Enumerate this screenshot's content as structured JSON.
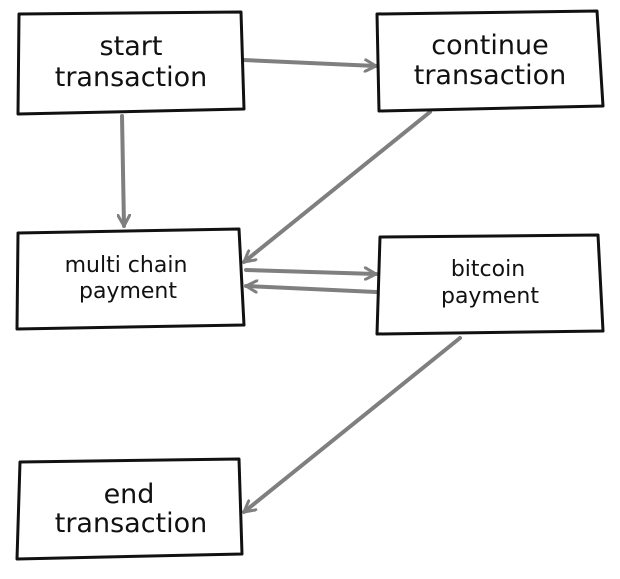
{
  "nodes": {
    "start": {
      "line1": "start",
      "line2": "transaction"
    },
    "continue": {
      "line1": "continue",
      "line2": "transaction"
    },
    "multichain": {
      "line1": "multi chain",
      "line2": "payment"
    },
    "bitcoin": {
      "line1": "bitcoin",
      "line2": "payment"
    },
    "end": {
      "line1": "end",
      "line2": "transaction"
    }
  },
  "edges": [
    {
      "from": "start",
      "to": "continue"
    },
    {
      "from": "start",
      "to": "multichain"
    },
    {
      "from": "continue",
      "to": "multichain"
    },
    {
      "from": "multichain",
      "to": "bitcoin"
    },
    {
      "from": "bitcoin",
      "to": "multichain"
    },
    {
      "from": "bitcoin",
      "to": "end"
    }
  ],
  "colors": {
    "box_border": "#111111",
    "box_fill": "#ffffff",
    "arrow": "#7f7f7f",
    "text": "#111111"
  }
}
